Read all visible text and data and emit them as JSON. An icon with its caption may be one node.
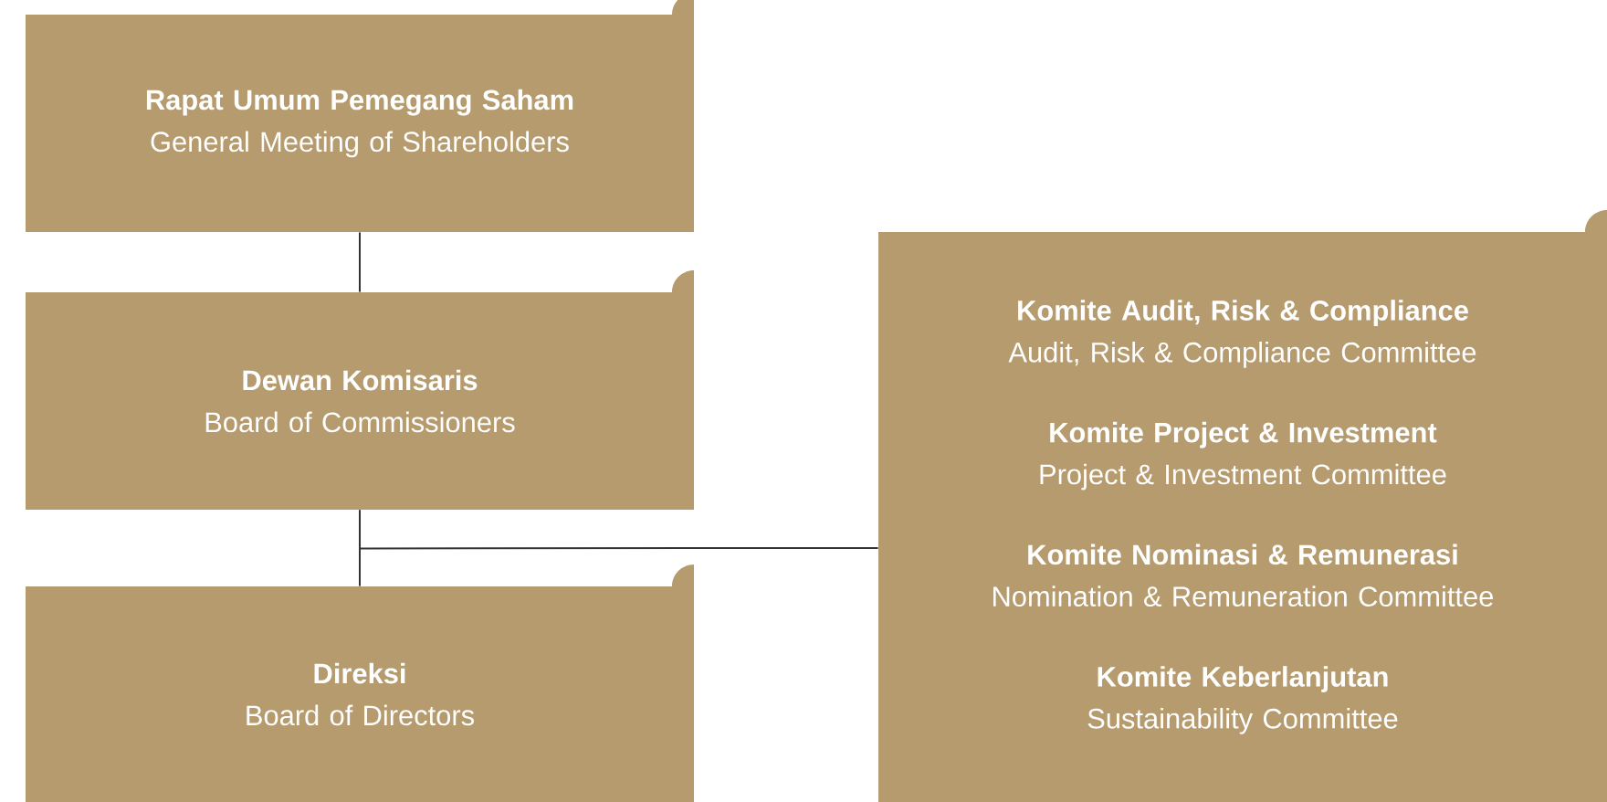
{
  "diagram": {
    "nodes": [
      {
        "text": [
          "Rapat Umum Pemegang Saham",
          "General Meeting of Shareholders"
        ]
      },
      {
        "text": [
          "Dewan Komisaris",
          "Board of Commissioners"
        ]
      },
      {
        "text": [
          "Direksi",
          "Board of Directors"
        ]
      },
      {
        "text": [
          "Komite Audit, Risk & Compliance",
          "Audit, Risk & Compliance Committee",
          "Komite Project & Investment",
          "Project & Investment Committee",
          "Komite Nominasi & Remunerasi",
          "Nomination & Remuneration Committee",
          "Komite Keberlanjutan",
          "Sustainability Committee"
        ]
      }
    ],
    "edges": [
      {
        "from": 0,
        "to": 1,
        "arrow": "none"
      },
      {
        "from": 1,
        "to": 2,
        "arrow": "none"
      },
      {
        "from": 1,
        "to": 3,
        "arrow": "none"
      }
    ]
  }
}
